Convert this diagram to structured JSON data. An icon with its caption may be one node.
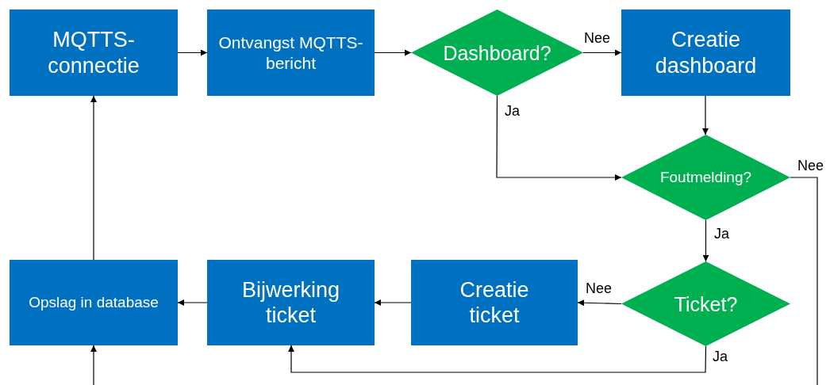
{
  "diagram": {
    "nodes": [
      {
        "text": [
          "MQTTS-connectie"
        ]
      },
      {
        "text": [
          "Ontvangst MQTTS-bericht"
        ]
      },
      {
        "text": [
          "Dashboard?"
        ]
      },
      {
        "text": [
          "Creatie dashboard"
        ]
      },
      {
        "text": [
          "Foutmelding?"
        ]
      },
      {
        "text": [
          "Ticket?"
        ]
      },
      {
        "text": [
          "Creatie ticket"
        ]
      },
      {
        "text": [
          "Bijwerking ticket"
        ]
      },
      {
        "text": [
          "Opslag in database"
        ]
      }
    ],
    "edges": [
      {
        "from": 0,
        "to": 1,
        "arrow": "to"
      },
      {
        "from": 1,
        "to": 2,
        "arrow": "to"
      },
      {
        "from": 2,
        "to": 3,
        "arrow": "to",
        "label": "Nee"
      },
      {
        "from": 2,
        "to": 4,
        "arrow": "to",
        "label": "Ja"
      },
      {
        "from": 3,
        "to": 4,
        "arrow": "to"
      },
      {
        "from": 4,
        "to": 5,
        "arrow": "to",
        "label": "Ja"
      },
      {
        "from": 4,
        "to": null,
        "arrow": "none",
        "label": "Nee"
      },
      {
        "from": 5,
        "to": 6,
        "arrow": "to",
        "label": "Nee"
      },
      {
        "from": 5,
        "to": 7,
        "arrow": "to",
        "label": "Ja"
      },
      {
        "from": 6,
        "to": 7,
        "arrow": "to"
      },
      {
        "from": 7,
        "to": 8,
        "arrow": "to"
      },
      {
        "from": 8,
        "to": 0,
        "arrow": "to"
      },
      {
        "from": null,
        "to": 8,
        "arrow": "to"
      }
    ]
  }
}
